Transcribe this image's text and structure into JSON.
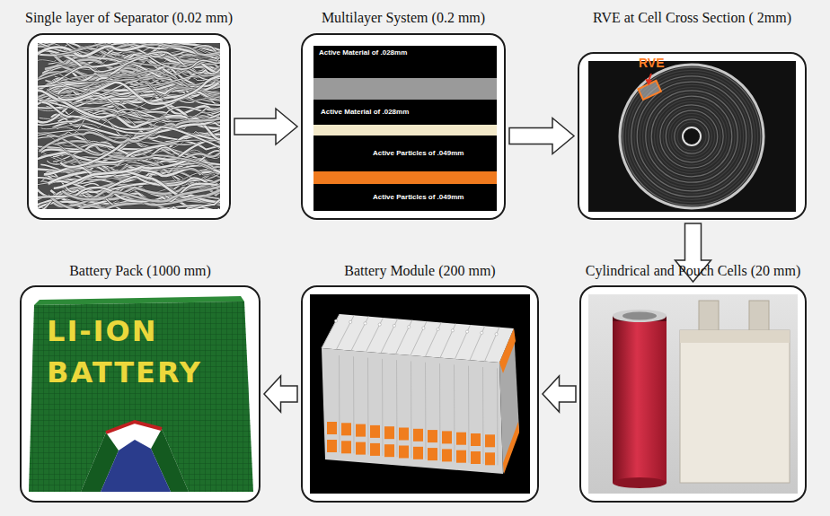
{
  "diagram": {
    "nodes": [
      {
        "text": [
          "Single layer of Separator (0.02 mm)"
        ]
      },
      {
        "text": [
          "Multilayer System (0.2 mm)"
        ]
      },
      {
        "text": [
          "Active Material of .028mm"
        ],
        "in": 1
      },
      {
        "text": [
          "Active Material of .028mm"
        ],
        "in": 1
      },
      {
        "text": [
          "Active Particles of .049mm"
        ],
        "in": 1
      },
      {
        "text": [
          "Active Particles of .049mm"
        ],
        "in": 1
      },
      {
        "text": [
          "RVE at Cell Cross Section ( 2mm)"
        ]
      },
      {
        "text": [
          "Battery Pack (1000 mm)"
        ]
      },
      {
        "text": [
          "Battery Module (200 mm)"
        ]
      },
      {
        "text": [
          "Cylindrical and Pouch Cells (20 mm)"
        ]
      }
    ],
    "edges": [
      {
        "from": 0,
        "to": 1,
        "arrow": "to"
      },
      {
        "from": 1,
        "to": 6,
        "arrow": "to"
      },
      {
        "from": 6,
        "to": 9,
        "arrow": "to"
      },
      {
        "from": 9,
        "to": 8,
        "arrow": "to"
      },
      {
        "from": 8,
        "to": 7,
        "arrow": "to"
      }
    ],
    "labels": [
      "RVE",
      "LI-ION",
      "BATTERY"
    ]
  }
}
